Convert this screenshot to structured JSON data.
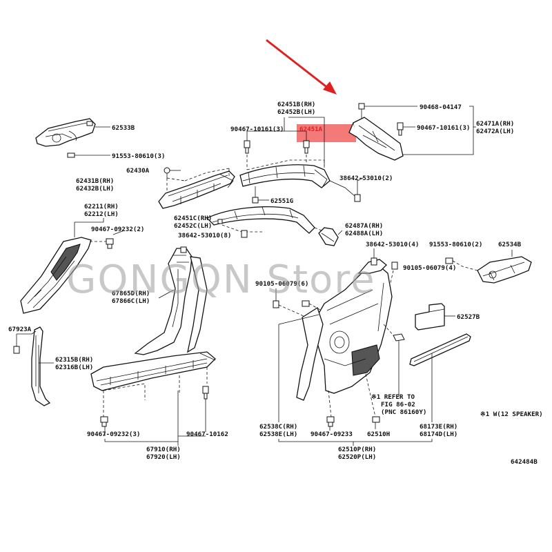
{
  "labels": {
    "l_90468": "90468-04147",
    "l_62471": "62471A(RH)",
    "l_62472": "62472A(LH)",
    "l_62451B": "62451B(RH)",
    "l_62452B": "62452B(LH)",
    "l_62533B": "62533B",
    "l_90467_10161_top": "90467-10161(3)",
    "l_90467_10161_right": "90467-10161(3)",
    "l_62451A": "62451A",
    "l_91553_a": "91553-80610(3)",
    "l_62430A": "62430A",
    "l_62431B": "62431B(RH)",
    "l_62432B": "62432B(LH)",
    "l_38642_2": "38642-53010(2)",
    "l_62551G": "62551G",
    "l_62211": "62211(RH)",
    "l_62212": "62212(LH)",
    "l_62451C": "62451C(RH)",
    "l_62452C": "62452C(LH)",
    "l_90467_09232_2": "90467-09232(2)",
    "l_38642_8": "38642-53010(8)",
    "l_62487A": "62487A(RH)",
    "l_62488A": "62488A(LH)",
    "l_38642_4": "38642-53010(4)",
    "l_91553_b": "91553-80610(2)",
    "l_62534B": "62534B",
    "l_90105_4": "90105-06079(4)",
    "l_90105_6": "90105-06079(6)",
    "l_67865D": "67865D(RH)",
    "l_67866C": "67866C(LH)",
    "l_62527B": "62527B",
    "l_67923A": "67923A",
    "l_62315B": "62315B(RH)",
    "l_62316B": "62316B(LH)",
    "l_refer1": "※1 REFER TO",
    "l_refer2": "FIG 86-02",
    "l_refer3": "(PNC 86160Y)",
    "l_note": "※1 W(12 SPEAKER)",
    "l_62538C": "62538C(RH)",
    "l_62538E": "62538E(LH)",
    "l_90467_09233": "90467-09233",
    "l_62510H": "62510H",
    "l_68173E": "68173E(RH)",
    "l_68174D": "68174D(LH)",
    "l_90467_09232_3": "90467-09232(3)",
    "l_90467_10162": "90467-10162",
    "l_67910": "67910(RH)",
    "l_67920": "67920(LH)",
    "l_62510P": "62510P(RH)",
    "l_62520P": "62520P(LH)",
    "l_figno": "642484B"
  },
  "highlight_color": "#f47a7a",
  "arrow_color": "#e02020",
  "watermark": "GONGQN Store"
}
